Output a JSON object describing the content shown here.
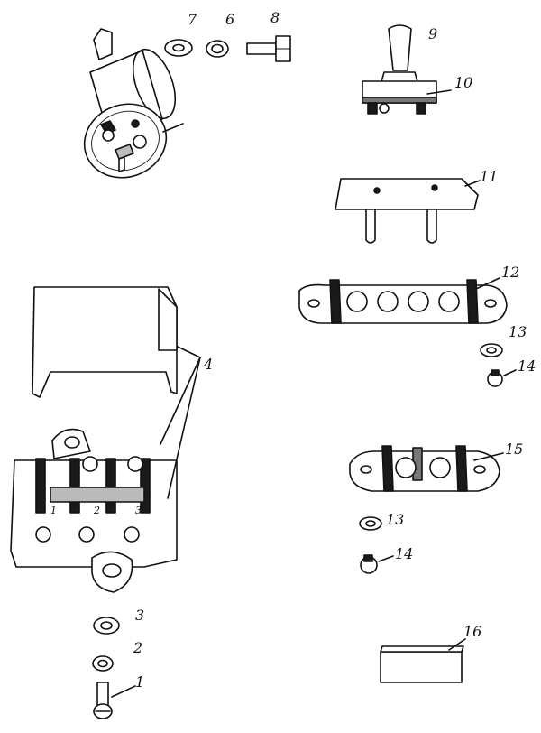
{
  "callouts": {
    "c1": "1",
    "c2": "2",
    "c3": "3",
    "c4": "4",
    "c6": "6",
    "c7": "7",
    "c8": "8",
    "c9": "9",
    "c10": "10",
    "c11": "11",
    "c12": "12",
    "c13a": "13",
    "c13b": "13",
    "c14a": "14",
    "c14b": "14",
    "c15": "15",
    "c16": "16"
  },
  "terminal_marks": {
    "t1": "1",
    "t2": "2",
    "t3": "3"
  }
}
